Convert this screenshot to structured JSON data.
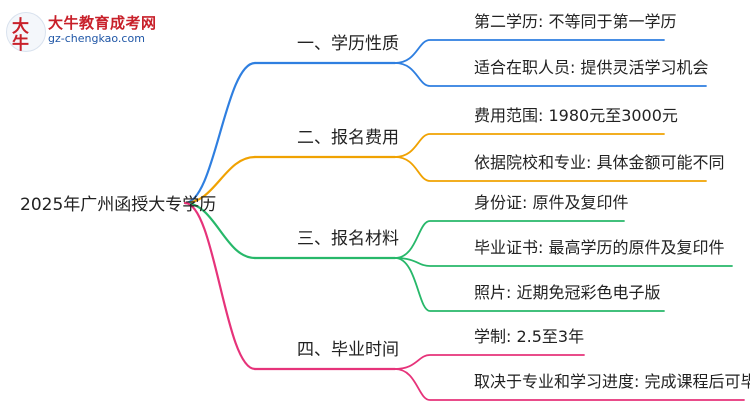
{
  "logo": {
    "title": "大牛教育成考网",
    "url": "gz-chengkao.com"
  },
  "root": {
    "label": "2025年广州函授大专学历"
  },
  "branches": [
    {
      "label": "一、学历性质",
      "color": "#2f7fe0",
      "leaves": [
        "第二学历: 不等同于第一学历",
        "适合在职人员: 提供灵活学习机会"
      ]
    },
    {
      "label": "二、报名费用",
      "color": "#f0a202",
      "leaves": [
        "费用范围: 1980元至3000元",
        "依据院校和专业: 具体金额可能不同"
      ]
    },
    {
      "label": "三、报名材料",
      "color": "#27b86a",
      "leaves": [
        "身份证: 原件及复印件",
        "毕业证书: 最高学历的原件及复印件",
        "照片: 近期免冠彩色电子版"
      ]
    },
    {
      "label": "四、毕业时间",
      "color": "#e6337a",
      "leaves": [
        "学制: 2.5至3年",
        "取决于专业和学习进度: 完成课程后可毕业"
      ]
    }
  ]
}
